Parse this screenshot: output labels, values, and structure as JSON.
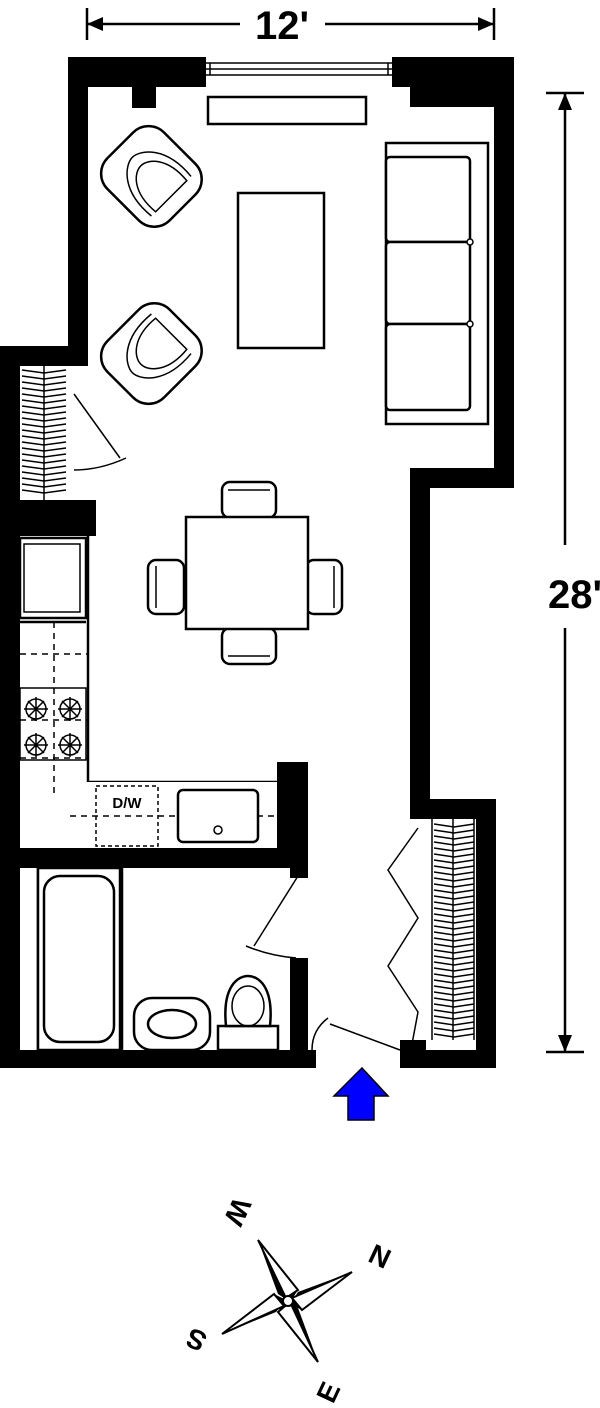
{
  "dimensions": {
    "width_label": "12'",
    "length_label": "28'"
  },
  "appliances": {
    "dishwasher_label": "D/W"
  },
  "compass": {
    "north": "N",
    "east": "E",
    "south": "S",
    "west": "W"
  },
  "colors": {
    "wall": "#000000",
    "entry_arrow": "#0000ff",
    "background": "#ffffff"
  }
}
